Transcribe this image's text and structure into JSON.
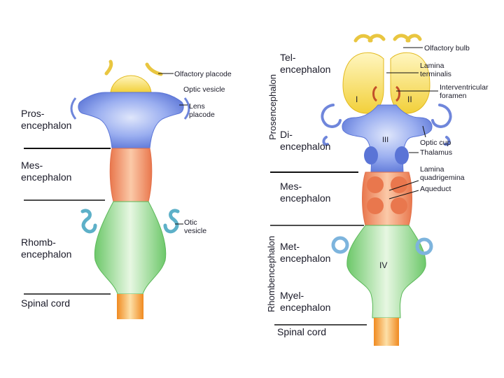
{
  "left_embryo": {
    "region_labels": [
      {
        "line1": "Pros-",
        "line2": "encephalon"
      },
      {
        "line1": "Mes-",
        "line2": "encephalon"
      },
      {
        "line1": "Rhomb-",
        "line2": "encephalon"
      },
      {
        "line1": "Spinal cord",
        "line2": ""
      }
    ],
    "structure_labels": {
      "olfactory_placode": "Olfactory placode",
      "optic_vesicle": "Optic vesicle",
      "lens_placode_1": "Lens",
      "lens_placode_2": "placode",
      "otic_vesicle_1": "Otic",
      "otic_vesicle_2": "vesicle"
    }
  },
  "right_embryo": {
    "region_labels": [
      {
        "line1": "Tel-",
        "line2": "encephalon"
      },
      {
        "line1": "Di-",
        "line2": "encephalon"
      },
      {
        "line1": "Mes-",
        "line2": "encephalon"
      },
      {
        "line1": "Met-",
        "line2": "encephalon"
      },
      {
        "line1": "Myel-",
        "line2": "encephalon"
      },
      {
        "line1": "Spinal cord",
        "line2": ""
      }
    ],
    "vertical_labels": {
      "prosencephalon": "Prosencephalon",
      "rhombencephalon": "Rhombencephalon"
    },
    "structure_labels": {
      "olfactory_bulb": "Olfactory bulb",
      "lamina_terminalis_1": "Lamina",
      "lamina_terminalis_2": "terminalis",
      "interventricular_foramen_1": "Interventricular",
      "interventricular_foramen_2": "foramen",
      "optic_cup": "Optic cup",
      "thalamus": "Thalamus",
      "lamina_quadrigemina_1": "Lamina",
      "lamina_quadrigemina_2": "quadrigemina",
      "aqueduct": "Aqueduct"
    },
    "ventricle_labels": {
      "lateral_1": "I",
      "lateral_2": "II",
      "third": "III",
      "fourth": "IV"
    }
  },
  "colors": {
    "prosencephalon_blue": "#6f86db",
    "mesencephalon_orange": "#ee8f66",
    "rhombencephalon_green": "#7fd07a",
    "telencephalon_yellow": "#f7de55",
    "spinal_cord_orange": "#f2a23a"
  }
}
